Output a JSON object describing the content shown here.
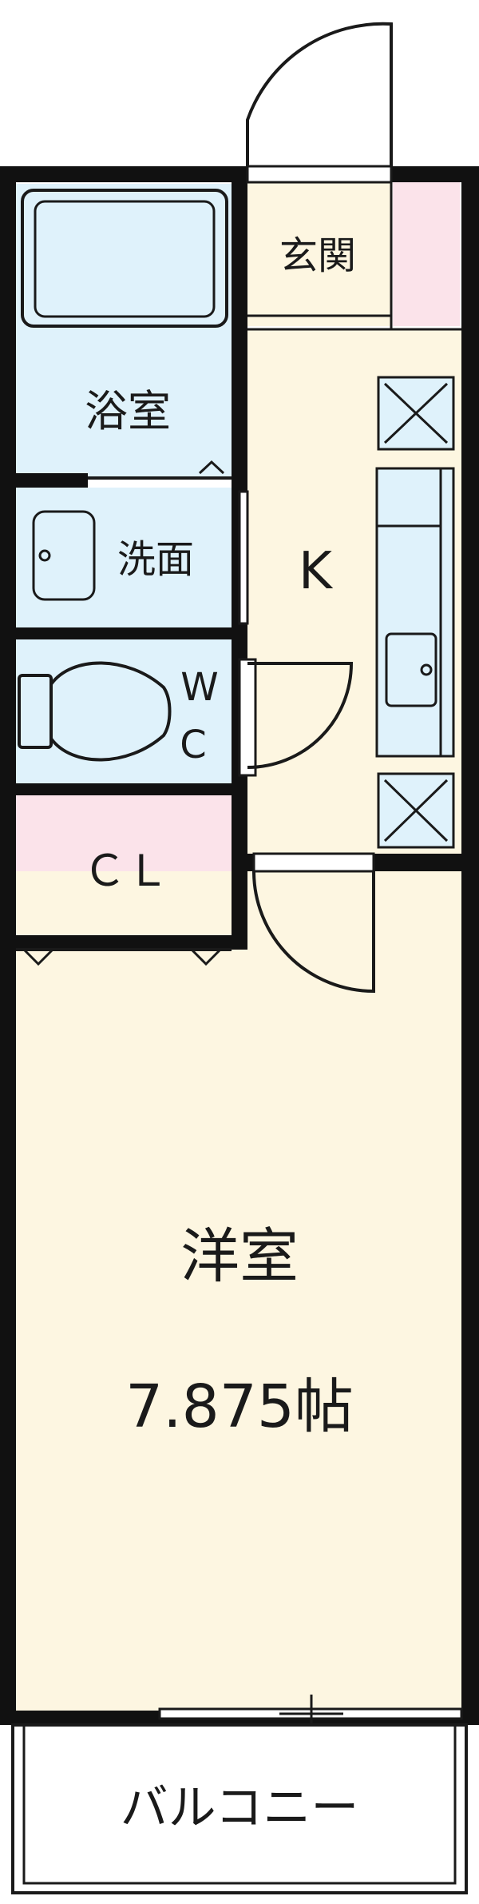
{
  "colors": {
    "wall": "#111111",
    "floor_room": "#fdf6e1",
    "floor_water": "#dff2fb",
    "floor_storage": "#fbe3ea",
    "line": "#1a1a1a"
  },
  "rooms": {
    "bath": "浴室",
    "washroom": "洗面",
    "toilet_w": "W",
    "toilet_c": "C",
    "closet": "ＣＬ",
    "entrance": "玄関",
    "kitchen": "K",
    "western_room": "洋室",
    "western_size": "7.875帖",
    "balcony": "バルコニー"
  }
}
